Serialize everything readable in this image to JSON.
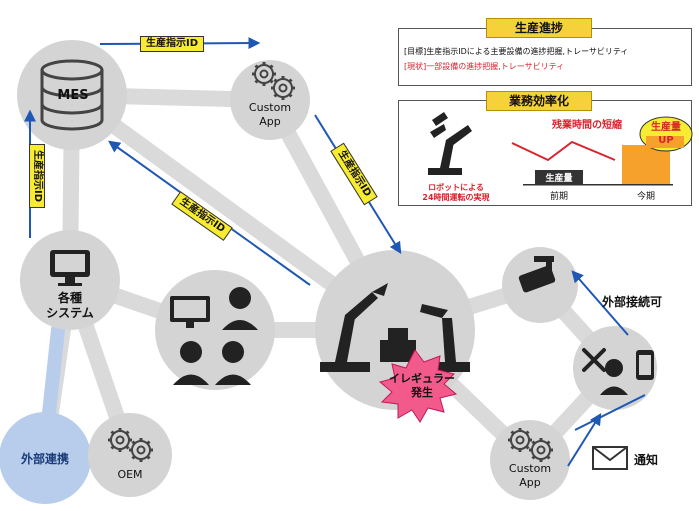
{
  "nodes": {
    "mes": "MES",
    "custom_app_top": "Custom\nApp",
    "systems": "各種\nシステム",
    "external_link": "外部連携",
    "oem": "OEM",
    "irregular": "イレギュラー\n発生",
    "custom_app_bottom": "Custom\nApp"
  },
  "arrows": {
    "mes_to_app": "生産指示ID",
    "systems_to_mes": "生産指示ID",
    "factory_to_mes": "生産指示ID",
    "app_to_factory": "生産指示ID"
  },
  "labels": {
    "external_connect": "外部接続可",
    "notify": "通知"
  },
  "panel_production": {
    "title": "生産進捗",
    "goal": "[目標]生産指示IDによる主要設備の進捗把握,トレーサビリティ",
    "current": "[現状]一部設備の進捗把握,トレーサビリティ"
  },
  "panel_efficiency": {
    "title": "業務効率化",
    "overtime": "残業時間の短縮",
    "robot_caption": "ロボットによる\n24時間運転の実現",
    "bar_label": "生産量",
    "period_prev": "前期",
    "period_now": "今期",
    "badge": "生産量\nUP"
  },
  "colors": {
    "node_gray": "#d4d4d4",
    "link_gray": "#dadada",
    "arrow_blue": "#1f57b5",
    "external_blue": "#b7cdeb",
    "tag_yellow": "#f8ec33",
    "burst_pink": "#f25a8c",
    "overtime_red": "#d9232d",
    "bar_orange": "#f6a12b"
  }
}
